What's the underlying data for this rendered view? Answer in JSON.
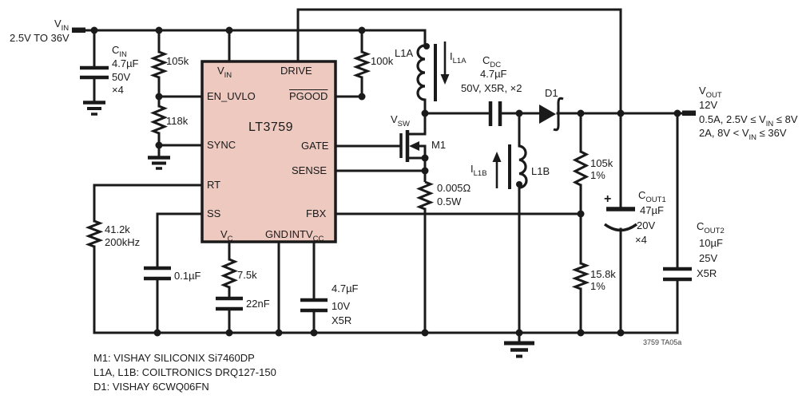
{
  "colors": {
    "ic_fill": "#edc9c0",
    "line": "#1a1a1a",
    "text": "#1a1a1a"
  },
  "source": {
    "v": "V",
    "v_sub": "IN",
    "range": "2.5V TO 36V"
  },
  "ic": {
    "part": "LT3759",
    "pins": {
      "vin": {
        "t": "V",
        "sub": "IN"
      },
      "drive": "DRIVE",
      "en_uvlo": "EN_UVLO",
      "sync": "SYNC",
      "rt": "RT",
      "ss": "SS",
      "vc": {
        "t": "V",
        "sub": "C"
      },
      "gnd": "GND",
      "intvcc": {
        "t": "INTV",
        "sub": "CC"
      },
      "pgood": "PGOOD",
      "gate": "GATE",
      "sense": "SENSE",
      "fbx": "FBX"
    }
  },
  "components": {
    "cin": {
      "ref": "C",
      "ref_sub": "IN",
      "value": "4.7µF",
      "voltage": "50V",
      "qty": "×4"
    },
    "r_uvlo_top": "105k",
    "r_uvlo_bot": "118k",
    "r_pgood": "100k",
    "l1a": "L1A",
    "il1a": {
      "t": "I",
      "sub": "L1A"
    },
    "cdc": {
      "ref": "C",
      "ref_sub": "DC",
      "value": "4.7µF",
      "spec": "50V, X5R, ×2"
    },
    "d1": "D1",
    "vsw": {
      "t": "V",
      "sub": "SW"
    },
    "m1": "M1",
    "il1b": {
      "t": "I",
      "sub": "L1B"
    },
    "l1b": "L1B",
    "r_sense": {
      "value": "0.005Ω",
      "power": "0.5W"
    },
    "r_fb_top": {
      "value": "105k",
      "tol": "1%"
    },
    "r_fb_bot": {
      "value": "15.8k",
      "tol": "1%"
    },
    "r_rt": {
      "value": "41.2k",
      "freq": "200kHz"
    },
    "c_ss": "0.1µF",
    "r_vc": "7.5k",
    "c_vc": "22nF",
    "c_intvcc": {
      "value": "4.7µF",
      "voltage": "10V",
      "type": "X5R"
    },
    "cout1": {
      "ref": "C",
      "ref_sub": "OUT1",
      "plus": "+",
      "value": "47µF",
      "voltage": "20V",
      "qty": "×4"
    },
    "cout2": {
      "ref": "C",
      "ref_sub": "OUT2",
      "value": "10µF",
      "voltage": "25V",
      "type": "X5R"
    }
  },
  "output": {
    "v": "V",
    "v_sub": "OUT",
    "voltage": "12V",
    "spec1": {
      "pre": "0.5A, 2.5V ≤ V",
      "sub": "IN",
      "post": " ≤ 8V"
    },
    "spec2": {
      "pre": "2A, 8V < V",
      "sub": "IN",
      "post": " ≤ 36V"
    }
  },
  "notes": [
    "M1: VISHAY SILICONIX Si7460DP",
    "L1A, L1B: COILTRONICS DRQ127-150",
    "D1: VISHAY 6CWQ06FN"
  ],
  "figure_id": "3759 TA05a"
}
